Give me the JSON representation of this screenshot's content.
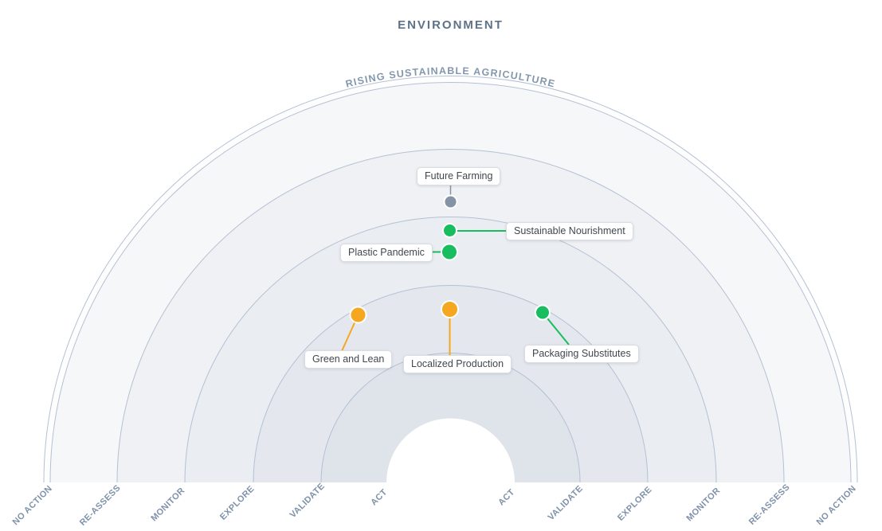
{
  "title": "ENVIRONMENT",
  "arc_label": "RISING SUSTAINABLE AGRICULTURE",
  "colors": {
    "green": "#17bd5e",
    "orange": "#f5a71f",
    "gray": "#8494a6",
    "arc_stroke": "#b4c1d4",
    "stage_label_text": "#7f92aa",
    "title_text": "#5e7288",
    "arc_label_text": "#8497ad",
    "trend_label_text": "#40474f"
  },
  "rings": [
    {
      "name": "NO ACTION",
      "fill": "#fdfdfe"
    },
    {
      "name": "RE-ASSESS",
      "fill": "#f6f7f9"
    },
    {
      "name": "MONITOR",
      "fill": "#eff1f4"
    },
    {
      "name": "EXPLORE",
      "fill": "#eaedf1"
    },
    {
      "name": "VALIDATE",
      "fill": "#e4e8ee"
    },
    {
      "name": "ACT",
      "fill": "#dfe3ea"
    }
  ],
  "stages": {
    "left": [
      "NO ACTION",
      "RE-ASSESS",
      "MONITOR",
      "EXPLORE",
      "VALIDATE",
      "ACT"
    ],
    "right": [
      "ACT",
      "VALIDATE",
      "EXPLORE",
      "MONITOR",
      "RE-ASSESS",
      "NO ACTION"
    ]
  },
  "chart_data": {
    "type": "scatter",
    "variant": "semicircle-trend-radar",
    "title": "ENVIRONMENT",
    "segment_label": "RISING SUSTAINABLE AGRICULTURE",
    "rings_outer_to_inner": [
      "NO ACTION",
      "RE-ASSESS",
      "MONITOR",
      "EXPLORE",
      "VALIDATE",
      "ACT"
    ],
    "points": [
      {
        "label": "Future Farming",
        "stage": "MONITOR",
        "color": "#8494a6",
        "dot_size": "small"
      },
      {
        "label": "Sustainable Nourishment",
        "stage": "EXPLORE",
        "color": "#17bd5e",
        "dot_size": "small"
      },
      {
        "label": "Plastic Pandemic",
        "stage": "EXPLORE",
        "color": "#17bd5e",
        "dot_size": "large"
      },
      {
        "label": "Green and Lean",
        "stage": "VALIDATE",
        "color": "#f5a71f",
        "dot_size": "large"
      },
      {
        "label": "Localized Production",
        "stage": "VALIDATE",
        "color": "#f5a71f",
        "dot_size": "large"
      },
      {
        "label": "Packaging Substitutes",
        "stage": "VALIDATE",
        "color": "#17bd5e",
        "dot_size": "medium"
      }
    ]
  }
}
